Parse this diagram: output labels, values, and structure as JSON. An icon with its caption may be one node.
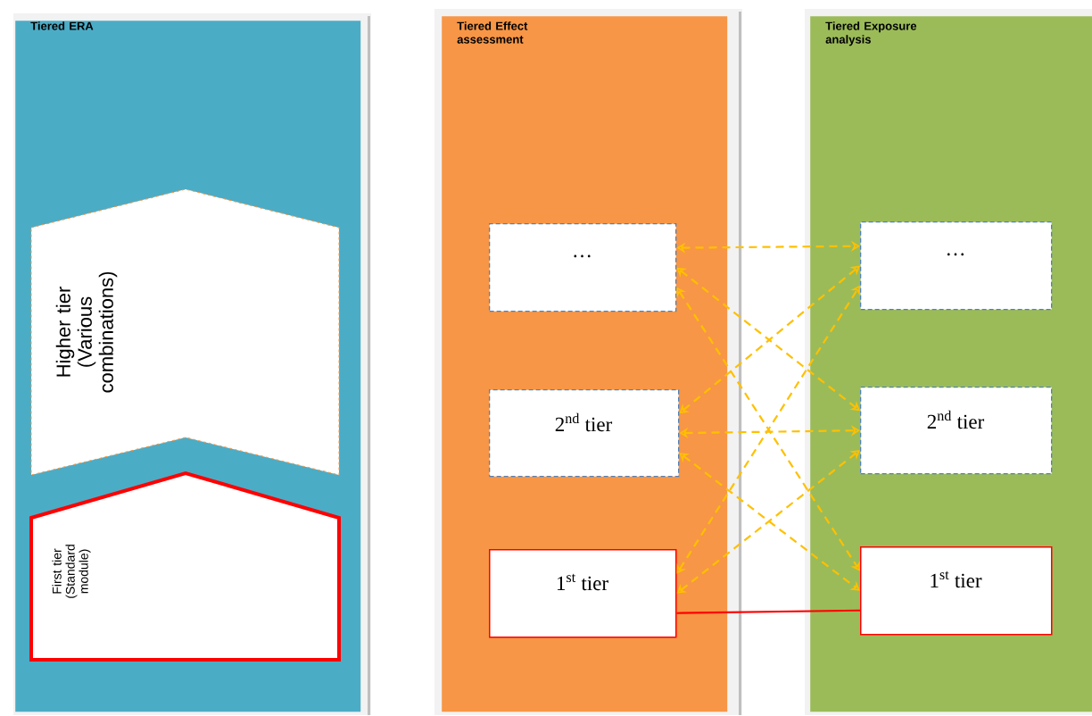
{
  "diagram": {
    "nodes": [
      {
        "text": [
          "Tiered ERA"
        ]
      },
      {
        "text": [
          "Higher tier (Various combinations)"
        ],
        "in": 0
      },
      {
        "text": [
          "First tier (Standard module)"
        ],
        "in": 0
      },
      {
        "text": [
          "Tiered Effect assessment"
        ]
      },
      {
        "text": [
          "…"
        ],
        "in": 3
      },
      {
        "text": [
          "2$^{nd}$ tier"
        ],
        "in": 3
      },
      {
        "text": [
          "1$^{st}$ tier"
        ],
        "in": 3
      },
      {
        "text": [
          "Tiered Exposure analysis"
        ]
      },
      {
        "text": [
          "…"
        ],
        "in": 7
      },
      {
        "text": [
          "2$^{nd}$ tier"
        ],
        "in": 7
      },
      {
        "text": [
          "1$^{st}$ tier"
        ],
        "in": 7
      }
    ],
    "edges": [
      {
        "from": 4,
        "to": 8,
        "arrow": "both",
        "style": "dashed"
      },
      {
        "from": 4,
        "to": 9,
        "arrow": "both",
        "style": "dashed"
      },
      {
        "from": 4,
        "to": 10,
        "arrow": "both",
        "style": "dashed"
      },
      {
        "from": 5,
        "to": 8,
        "arrow": "both",
        "style": "dashed"
      },
      {
        "from": 5,
        "to": 9,
        "arrow": "both",
        "style": "dashed"
      },
      {
        "from": 5,
        "to": 10,
        "arrow": "both",
        "style": "dashed"
      },
      {
        "from": 6,
        "to": 8,
        "arrow": "both",
        "style": "dashed"
      },
      {
        "from": 6,
        "to": 9,
        "arrow": "both",
        "style": "dashed"
      },
      {
        "from": 6,
        "to": 10,
        "arrow": "none",
        "color": "#ff0000"
      }
    ]
  }
}
